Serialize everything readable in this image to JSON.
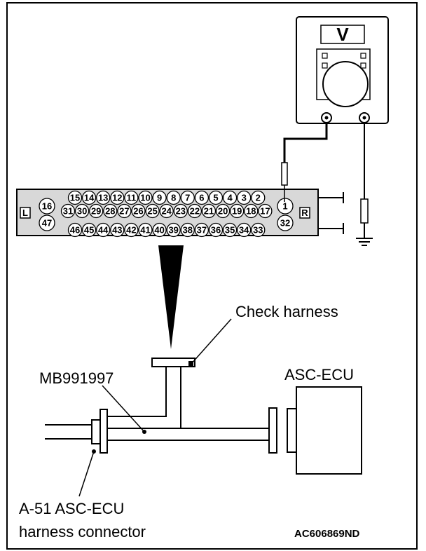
{
  "labels": {
    "check_harness": "Check harness",
    "special_tool": "MB991997",
    "ecu": "ASC-ECU",
    "connector_line1": "A-51 ASC-ECU",
    "connector_line2": "harness connector",
    "figure_code": "AC606869ND"
  },
  "connector": {
    "left_side": "L",
    "right_side": "R",
    "row_top": [
      "15",
      "14",
      "13",
      "12",
      "11",
      "10",
      "9",
      "8",
      "7",
      "6",
      "5",
      "4",
      "3",
      "2"
    ],
    "row_mid": [
      "31",
      "30",
      "29",
      "28",
      "27",
      "26",
      "25",
      "24",
      "23",
      "22",
      "21",
      "20",
      "19",
      "18",
      "17"
    ],
    "row_bot": [
      "46",
      "45",
      "44",
      "43",
      "42",
      "41",
      "40",
      "39",
      "38",
      "37",
      "36",
      "35",
      "34",
      "33"
    ],
    "left_pins": [
      "16",
      "47"
    ],
    "right_pins": [
      "1",
      "32"
    ]
  },
  "voltmeter": {
    "symbol": "V"
  },
  "icons": {
    "meter": "voltmeter-icon",
    "ground": "ground-icon"
  }
}
